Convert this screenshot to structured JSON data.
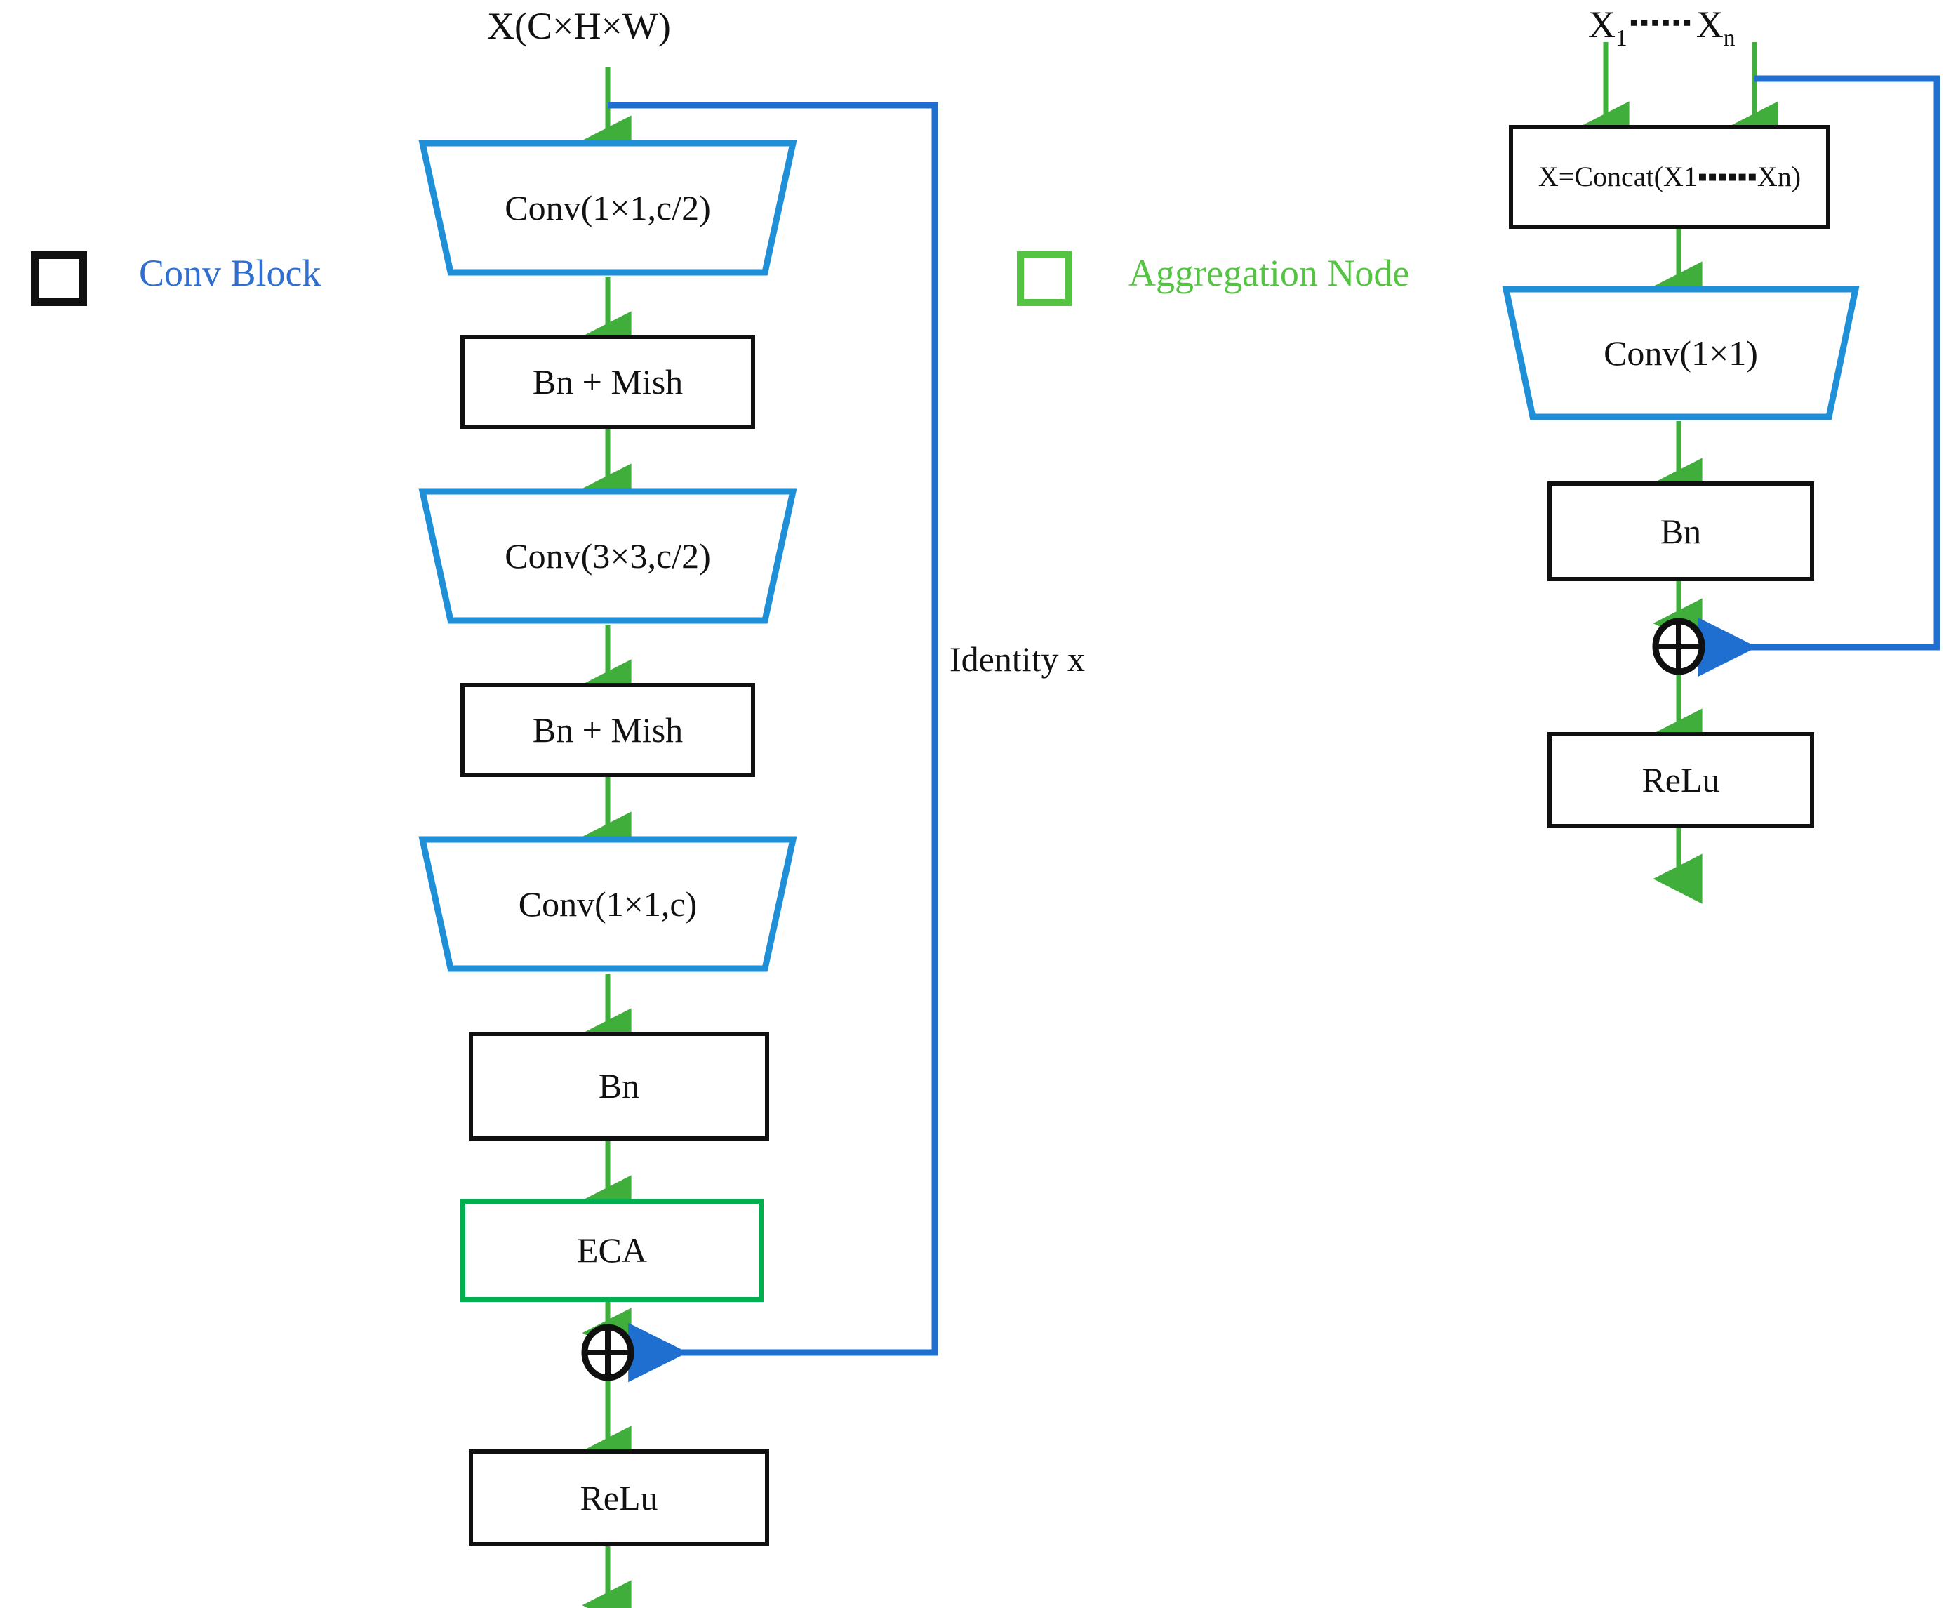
{
  "figure": {
    "title_text": "Conv Block and Aggregation Node architecture diagram",
    "colors": {
      "conv_trapezoid_stroke": "#1f8fd8",
      "identity_line": "#1f6fd0",
      "flow_arrow": "#3fae3a",
      "eca_border": "#00b050",
      "legend_green": "#56c443",
      "legend_blue_text": "#2f6fd0",
      "box_border": "#101010",
      "background": "#ffffff"
    }
  },
  "legend": {
    "items": [
      {
        "id": "conv-block",
        "swatch": "black-square",
        "label": "Conv Block",
        "text_color": "#2f6fd0"
      },
      {
        "id": "aggregation-node",
        "swatch": "green-square",
        "label": "Aggregation Node",
        "text_color": "#56c443"
      }
    ]
  },
  "left_flow": {
    "name": "Conv Block",
    "input_label": "X(C×H×W)",
    "skip_label": "Identity x",
    "nodes": [
      {
        "id": "conv1",
        "shape": "trapezoid",
        "label": "Conv(1×1,c/2)",
        "stroke": "#1f8fd8"
      },
      {
        "id": "bn-mish-1",
        "shape": "rect",
        "label": "Bn + Mish",
        "stroke": "#101010"
      },
      {
        "id": "conv3",
        "shape": "trapezoid",
        "label": "Conv(3×3,c/2)",
        "stroke": "#1f8fd8"
      },
      {
        "id": "bn-mish-2",
        "shape": "rect",
        "label": "Bn + Mish",
        "stroke": "#101010"
      },
      {
        "id": "conv1c",
        "shape": "trapezoid",
        "label": "Conv(1×1,c)",
        "stroke": "#1f8fd8"
      },
      {
        "id": "bn",
        "shape": "rect",
        "label": "Bn",
        "stroke": "#101010"
      },
      {
        "id": "eca",
        "shape": "rect",
        "label": "ECA",
        "stroke": "#00b050"
      },
      {
        "id": "add",
        "shape": "circle-plus",
        "label": "⊕",
        "stroke": "#101010"
      },
      {
        "id": "relu",
        "shape": "rect",
        "label": "ReLu",
        "stroke": "#101010"
      }
    ]
  },
  "right_flow": {
    "name": "Aggregation Node",
    "input_prefix": "X",
    "input_prefix_sub": "1",
    "input_dots": "▪▪▪▪▪▪",
    "input_suffix": "X",
    "input_suffix_sub": "n",
    "nodes": [
      {
        "id": "concat",
        "shape": "rect",
        "label": "X=Concat(X1▪▪▪▪▪▪Xn)",
        "stroke": "#101010"
      },
      {
        "id": "conv1x1",
        "shape": "trapezoid",
        "label": "Conv(1×1)",
        "stroke": "#1f8fd8"
      },
      {
        "id": "bn",
        "shape": "rect",
        "label": "Bn",
        "stroke": "#101010"
      },
      {
        "id": "add",
        "shape": "circle-plus",
        "label": "⊕",
        "stroke": "#101010"
      },
      {
        "id": "relu",
        "shape": "rect",
        "label": "ReLu",
        "stroke": "#101010"
      }
    ]
  }
}
